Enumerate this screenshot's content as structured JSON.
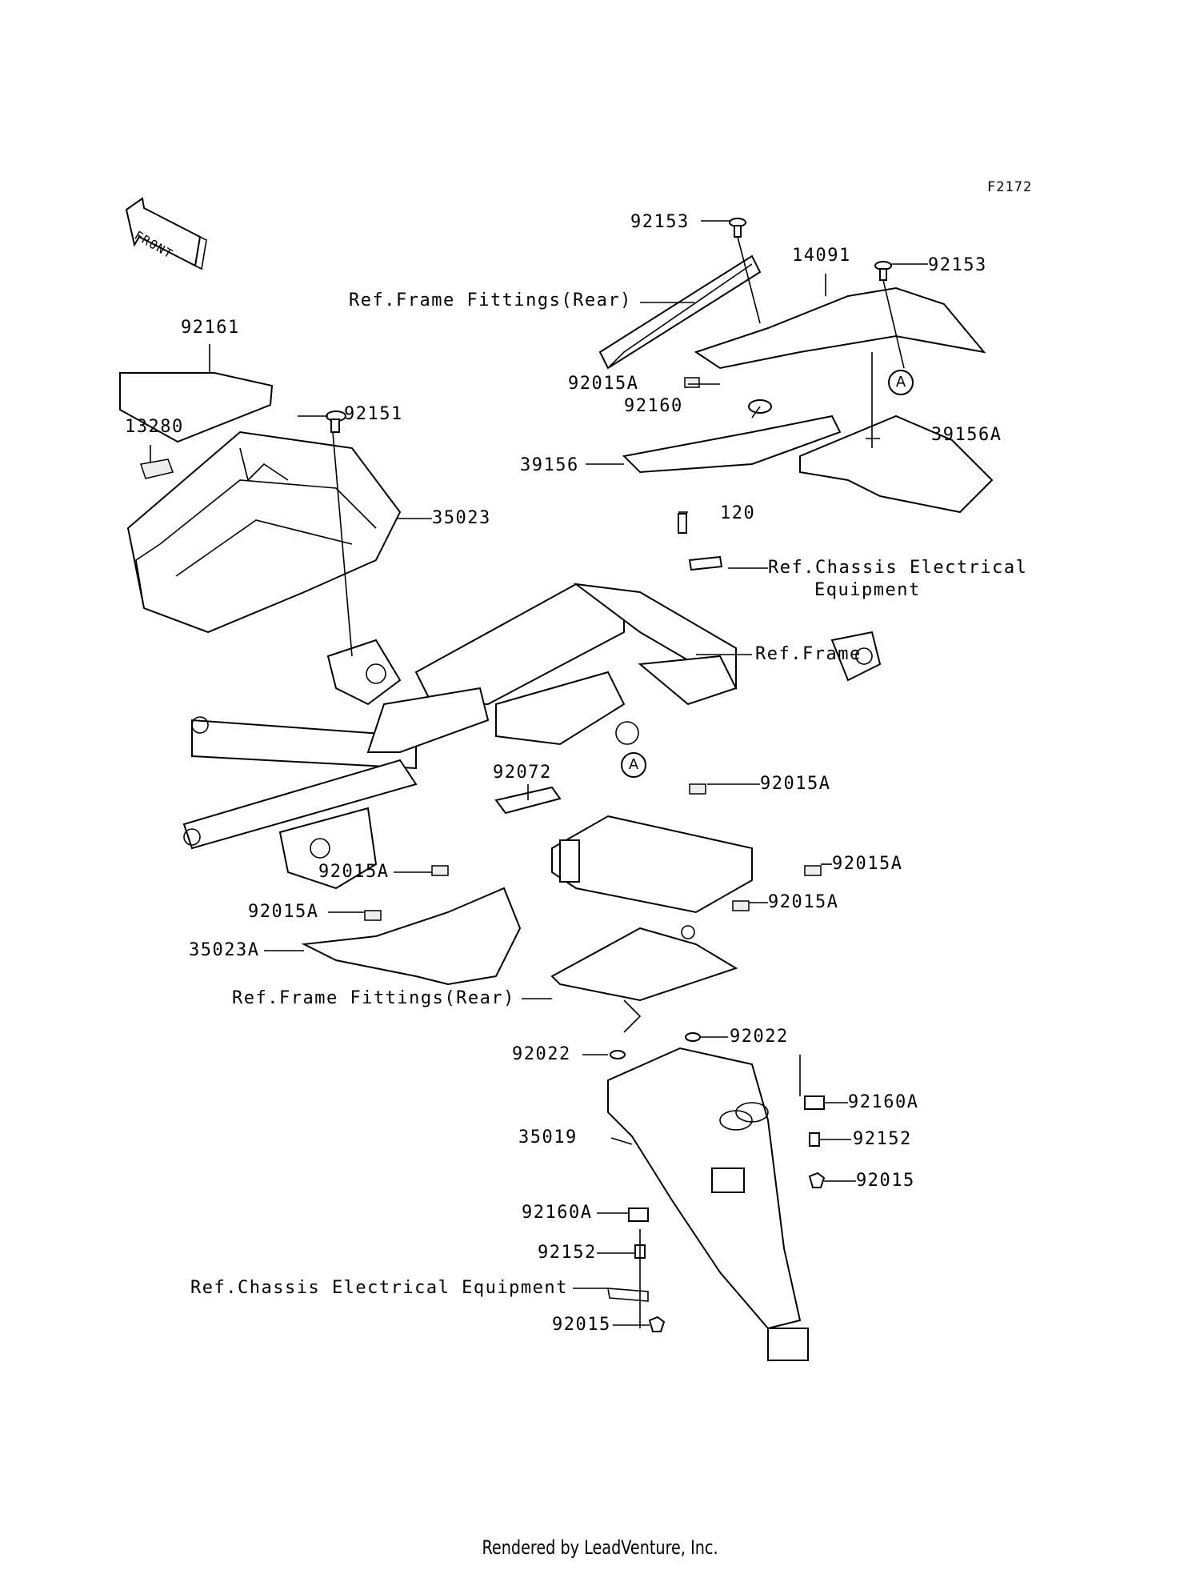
{
  "code": "F2172",
  "front_label": "FRONT",
  "labels": {
    "p92153_top": "92153",
    "p14091": "14091",
    "p92153_right": "92153",
    "ref_frame_fittings_rear_top": "Ref.Frame Fittings(Rear)",
    "p92161": "92161",
    "p92015A_top": "92015A",
    "p92160": "92160",
    "p92151": "92151",
    "p13280": "13280",
    "p39156": "39156",
    "p39156A": "39156A",
    "p35023": "35023",
    "p120": "120",
    "ref_chassis_elec_1": "Ref.Chassis Electrical",
    "ref_chassis_elec_2": "Equipment",
    "ref_frame": "Ref.Frame",
    "p92072": "92072",
    "p92015A_mid": "92015A",
    "p92015A_right": "92015A",
    "p92015A_left1": "92015A",
    "p92015A_rightlow": "92015A",
    "p92015A_left2": "92015A",
    "p35023A": "35023A",
    "ref_frame_fittings_rear_bottom": "Ref.Frame Fittings(Rear)",
    "p92022_right": "92022",
    "p92022_left": "92022",
    "p92160A_right": "92160A",
    "p35019": "35019",
    "p92152_right": "92152",
    "p92015_right": "92015",
    "p92160A_left": "92160A",
    "p92152_left": "92152",
    "ref_chassis_elec_bottom": "Ref.Chassis Electrical Equipment",
    "p92015_bottom": "92015"
  },
  "callouts": {
    "a_top": "A",
    "a_mid": "A"
  },
  "footer": "Rendered by LeadVenture, Inc."
}
